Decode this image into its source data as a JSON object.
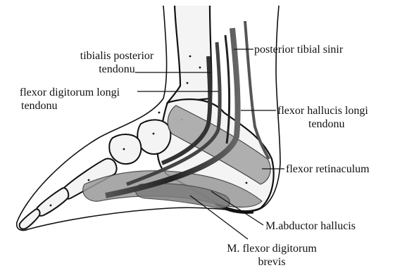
{
  "figure": {
    "colors": {
      "ink": "#111111",
      "bone_fill": "#f4f4f4",
      "muscle_fill": "#9a9a9a",
      "tendon_dark": "#3a3a3a"
    },
    "labels": {
      "tibialis_posterior": {
        "line1": "tibialis posterior",
        "line2": "tendonu"
      },
      "flexor_digitorum_longi": {
        "line1": "flexor digitorum longi",
        "line2": "tendonu"
      },
      "posterior_tibial_nerve": {
        "line1": "posterior tibial sinir"
      },
      "flexor_hallucis_longi": {
        "line1": "flexor hallucis longi",
        "line2": "tendonu"
      },
      "flexor_retinaculum": {
        "line1": "flexor retinaculum"
      },
      "abductor_hallucis": {
        "line1": "M.abductor hallucis"
      },
      "flexor_digitorum_brevis": {
        "line1": "M. flexor digitorum",
        "line2": "brevis"
      }
    }
  }
}
